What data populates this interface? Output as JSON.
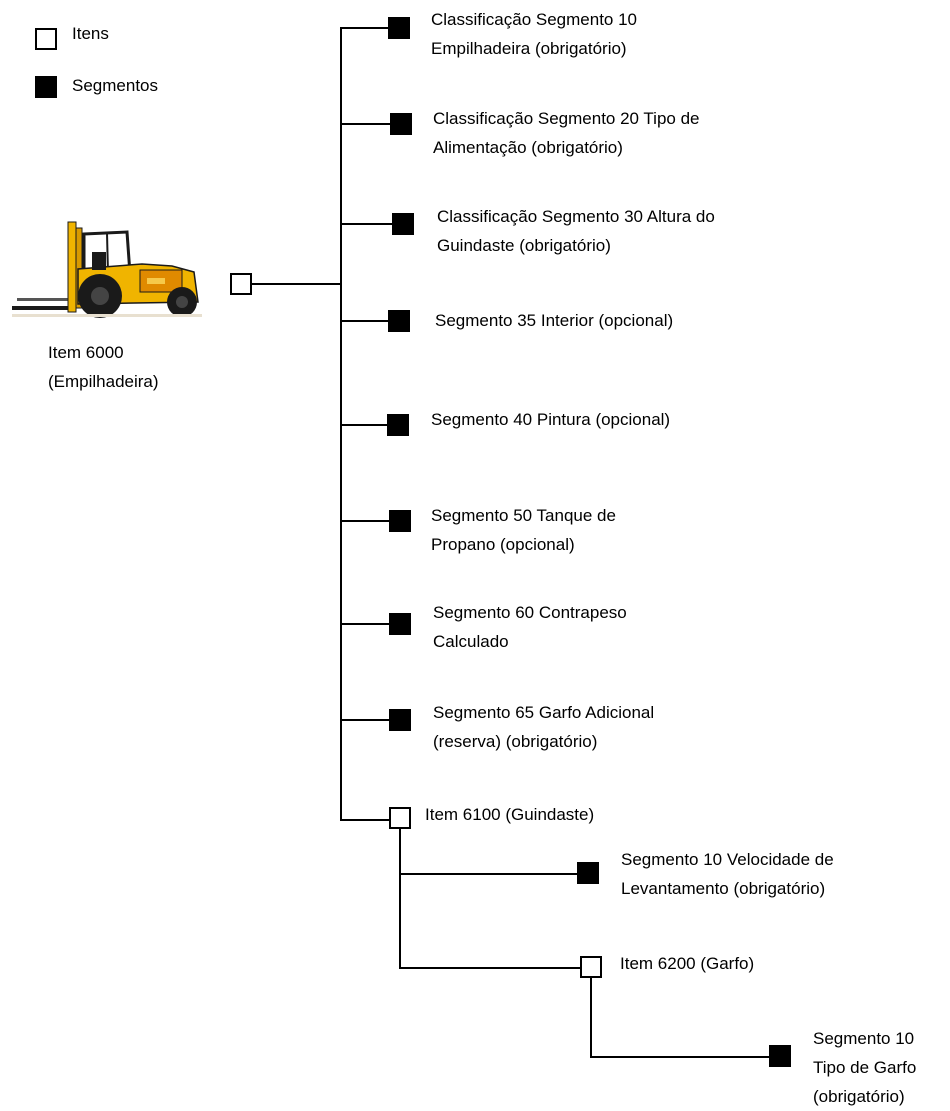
{
  "legend": {
    "items_label": "Itens",
    "segments_label": "Segmentos"
  },
  "root": {
    "line1": "Item 6000",
    "line2": "(Empilhadeira)"
  },
  "segments": [
    {
      "line1": "Classificação Segmento 10",
      "line2": "Empilhadeira (obrigatório)"
    },
    {
      "line1": "Classificação Segmento 20 Tipo de",
      "line2": "Alimentação (obrigatório)"
    },
    {
      "line1": "Classificação Segmento 30 Altura do",
      "line2": "Guindaste (obrigatório)"
    },
    {
      "line1": "Segmento 35 Interior (opcional)",
      "line2": ""
    },
    {
      "line1": "Segmento 40 Pintura (opcional)",
      "line2": ""
    },
    {
      "line1": "Segmento 50 Tanque de",
      "line2": "Propano (opcional)"
    },
    {
      "line1": "Segmento 60 Contrapeso",
      "line2": "Calculado"
    },
    {
      "line1": "Segmento 65 Garfo Adicional",
      "line2": "(reserva) (obrigatório)"
    }
  ],
  "item6100": {
    "label": "Item 6100 (Guindaste)",
    "segment": {
      "line1": "Segmento 10 Velocidade de",
      "line2": "Levantamento (obrigatório)"
    }
  },
  "item6200": {
    "label": "Item 6200 (Garfo)",
    "segment": {
      "line1": "Segmento 10",
      "line2": "Tipo de Garfo",
      "line3": "(obrigatório)"
    }
  },
  "colors": {
    "forklift_body": "#f0b400",
    "forklift_dark": "#1a1a1a",
    "forklift_orange": "#e08a00"
  }
}
